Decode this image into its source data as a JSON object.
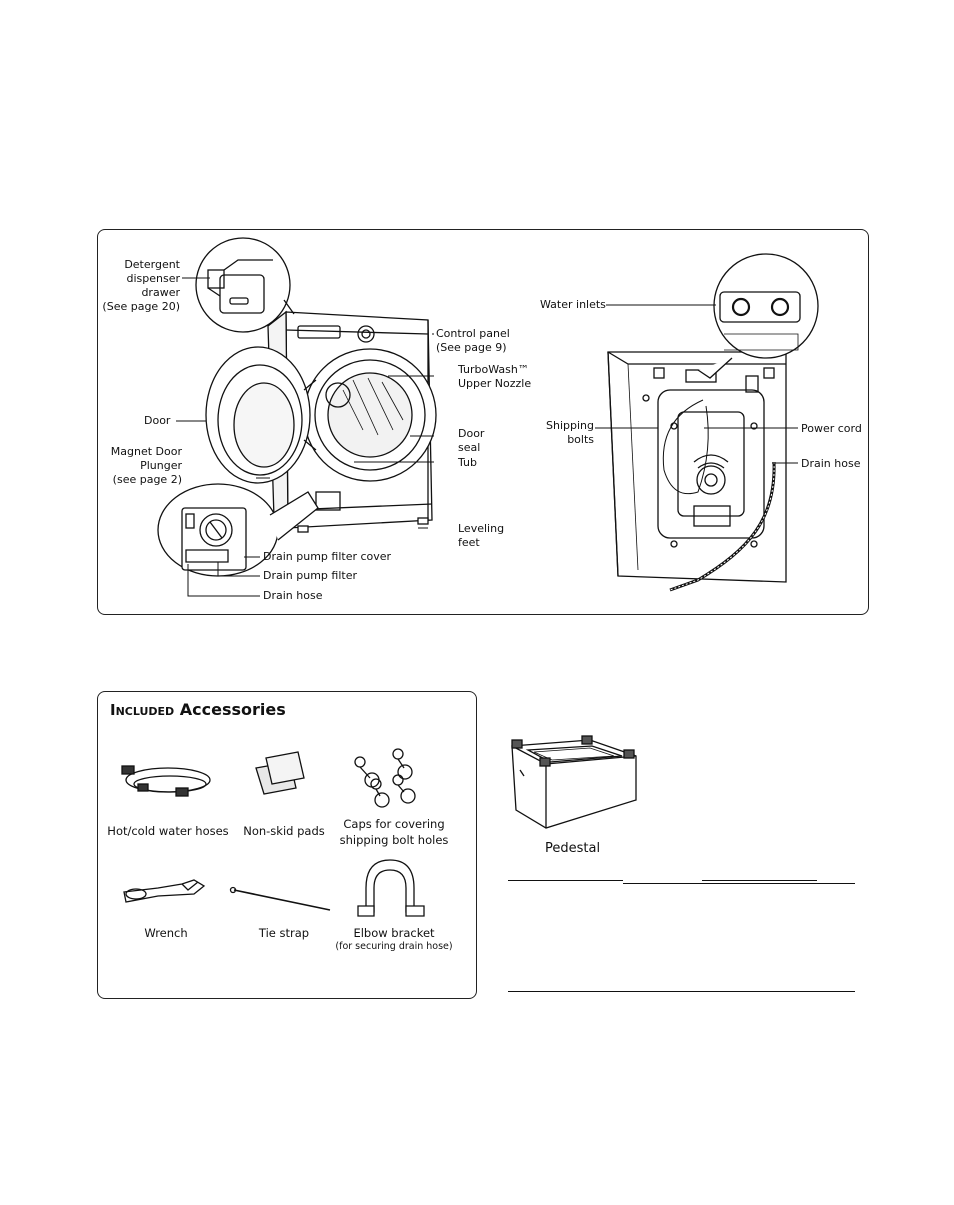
{
  "front_labels": {
    "detergent_drawer": "Detergent\ndispenser\ndrawer\n(See page 20)",
    "control_panel": "Control panel\n(See page 9)",
    "turbowash": "TurboWash™\nUpper Nozzle",
    "door": "Door",
    "door_seal": "Door\nseal",
    "magnet_plunger": "Magnet Door\nPlunger\n(see page 2)",
    "tub": "Tub",
    "leveling_feet": "Leveling\nfeet",
    "drain_pump_filter_cover": "Drain pump filter cover",
    "drain_pump_filter": "Drain pump filter",
    "drain_hose_front": "Drain hose"
  },
  "back_labels": {
    "water_inlets": "Water inlets",
    "shipping_bolts": "Shipping\nbolts",
    "power_cord": "Power cord",
    "drain_hose_back": "Drain hose"
  },
  "accessories": {
    "title_small": "Included",
    "title_main": "Accessories",
    "items": [
      {
        "label": "Hot/cold water hoses"
      },
      {
        "label": "Non-skid pads"
      },
      {
        "label": "Caps for covering\nshipping bolt holes"
      },
      {
        "label": "Wrench"
      },
      {
        "label": "Tie strap"
      },
      {
        "label": "Elbow bracket",
        "sub": "(for securing drain hose)"
      }
    ]
  },
  "pedestal": {
    "label": "Pedestal"
  }
}
